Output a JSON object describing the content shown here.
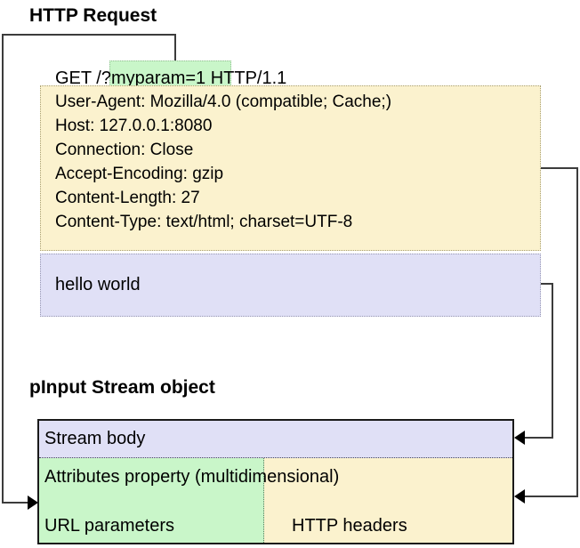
{
  "titles": {
    "request": "HTTP Request",
    "stream": "pInput Stream object"
  },
  "request": {
    "line_prefix": "GET /?",
    "param": "myparam=1",
    "line_suffix": " HTTP/1.1",
    "headers": [
      "User-Agent: Mozilla/4.0 (compatible; Cache;)",
      "Host: 127.0.0.1:8080",
      "Connection: Close",
      "Accept-Encoding: gzip",
      "Content-Length: 27",
      "Content-Type: text/html; charset=UTF-8"
    ],
    "body": "hello world"
  },
  "stream": {
    "body_label": "Stream body",
    "attributes_label": "Attributes property (multidimensional)",
    "url_params_label": "URL parameters",
    "headers_label": "HTTP headers"
  },
  "colors": {
    "param_green": "#c9f6c9",
    "header_cream": "#fbf2ce",
    "body_lavender": "#e0e0f6"
  }
}
